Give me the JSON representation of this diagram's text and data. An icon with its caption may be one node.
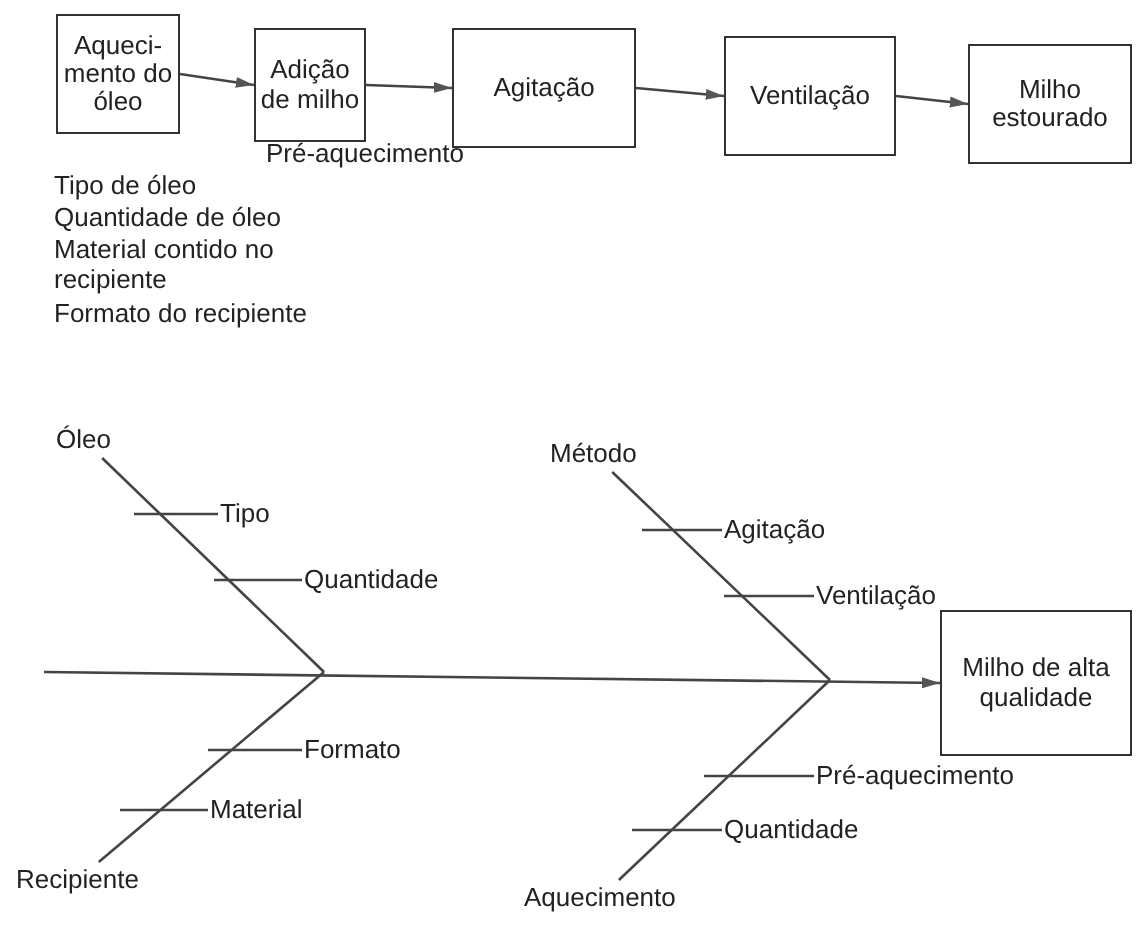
{
  "diagram": {
    "nodes": [
      {
        "text": [
          "Aqueci-mento do óleo"
        ]
      },
      {
        "text": [
          "Adição de milho"
        ]
      },
      {
        "text": [
          "Agitação"
        ]
      },
      {
        "text": [
          "Ventilação"
        ]
      },
      {
        "text": [
          "Milho estourado"
        ]
      },
      {
        "text": [
          "Milho de alta qualidade"
        ]
      },
      {
        "text": [
          "Óleo"
        ]
      },
      {
        "text": [
          "Tipo"
        ]
      },
      {
        "text": [
          "Quantidade"
        ]
      },
      {
        "text": [
          "Recipiente"
        ]
      },
      {
        "text": [
          "Formato"
        ]
      },
      {
        "text": [
          "Material"
        ]
      },
      {
        "text": [
          "Método"
        ]
      },
      {
        "text": [
          "Agitação"
        ]
      },
      {
        "text": [
          "Ventilação"
        ]
      },
      {
        "text": [
          "Aquecimento"
        ]
      },
      {
        "text": [
          "Pré-aquecimento"
        ]
      },
      {
        "text": [
          "Quantidade"
        ]
      }
    ],
    "edges": [
      {
        "from": 0,
        "to": 1,
        "arrow": "to"
      },
      {
        "from": 1,
        "to": 2,
        "arrow": "to"
      },
      {
        "from": 2,
        "to": 3,
        "arrow": "to"
      },
      {
        "from": 3,
        "to": 4,
        "arrow": "to"
      },
      {
        "from": null,
        "to": 5,
        "arrow": "to"
      },
      {
        "from": 6,
        "to": null,
        "arrow": "none"
      },
      {
        "from": 7,
        "to": null,
        "arrow": "none"
      },
      {
        "from": 8,
        "to": null,
        "arrow": "none"
      },
      {
        "from": 9,
        "to": null,
        "arrow": "none"
      },
      {
        "from": 10,
        "to": null,
        "arrow": "none"
      },
      {
        "from": 11,
        "to": null,
        "arrow": "none"
      },
      {
        "from": 12,
        "to": null,
        "arrow": "none"
      },
      {
        "from": 13,
        "to": null,
        "arrow": "none"
      },
      {
        "from": 14,
        "to": null,
        "arrow": "none"
      },
      {
        "from": 15,
        "to": null,
        "arrow": "none"
      },
      {
        "from": 16,
        "to": null,
        "arrow": "none"
      },
      {
        "from": 17,
        "to": null,
        "arrow": "none"
      }
    ],
    "labels": [
      "Pré-aquecimento",
      "Tipo de óleo",
      "Quantidade de óleo",
      "Material contido no recipiente",
      "Formato do recipiente"
    ]
  }
}
